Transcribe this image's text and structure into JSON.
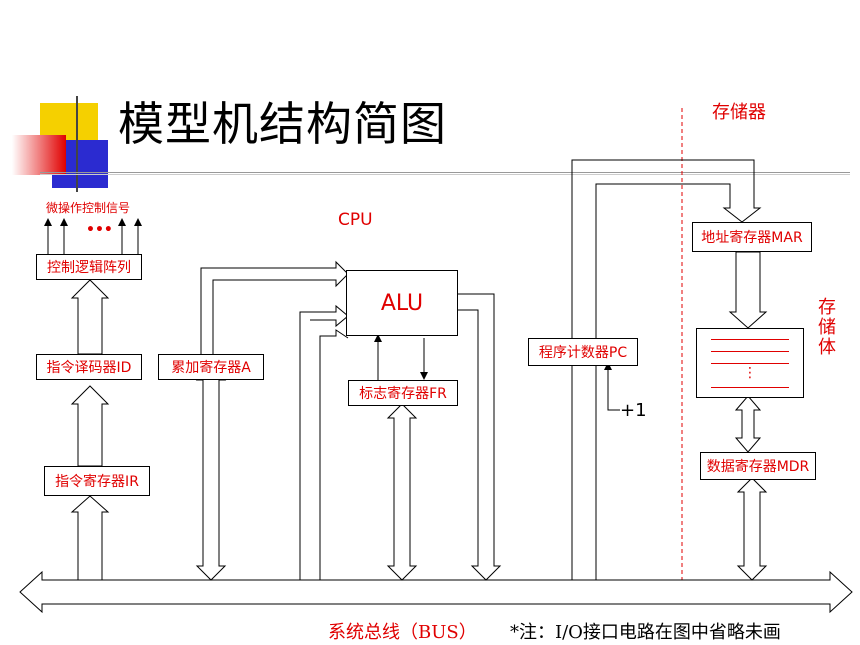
{
  "title": "模型机结构简图",
  "labels": {
    "micro_signals": "微操作控制信号",
    "dots": "•••",
    "cpu": "CPU",
    "storage_header": "存储器",
    "storage_body": "存\n储\n体",
    "plus_one": "+1",
    "bus": "系统总线（BUS）",
    "note": "*注：I/O接口电路在图中省略未画",
    "mem_dots": "⋮"
  },
  "boxes": {
    "control_logic": "控制逻辑阵列",
    "id": "指令译码器ID",
    "ir": "指令寄存器IR",
    "acc": "累加寄存器A",
    "alu": "ALU",
    "fr": "标志寄存器FR",
    "pc": "程序计数器PC",
    "mar": "地址寄存器MAR",
    "mdr": "数据寄存器MDR"
  },
  "colors": {
    "accent": "#e00000",
    "line": "#000000"
  }
}
